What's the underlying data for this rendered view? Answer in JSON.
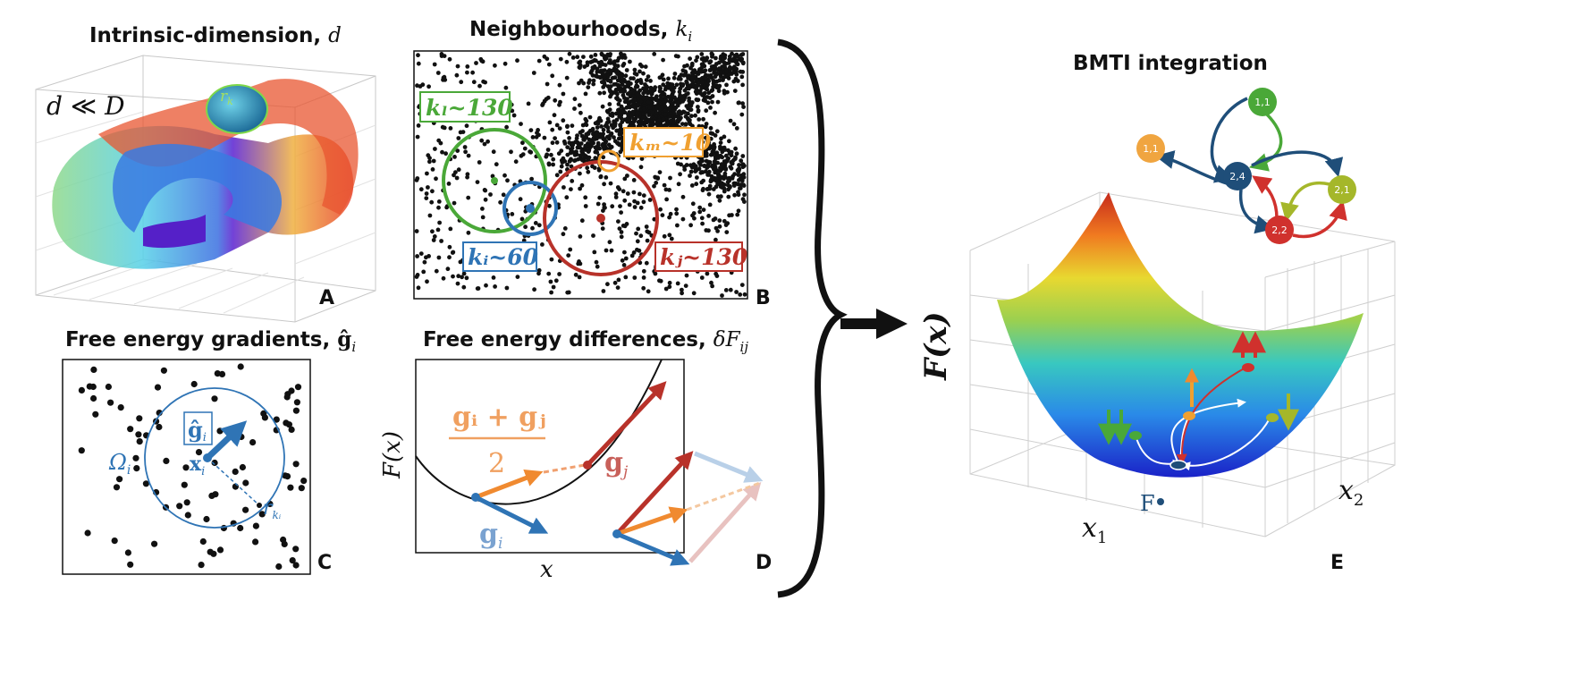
{
  "panel_a": {
    "title": "Intrinsic-dimension, ",
    "title_var": "d",
    "relation_left": "d",
    "relation_op": " ≪ ",
    "relation_right": "D",
    "ball_label": "r",
    "ball_sub": "k",
    "letter": "A"
  },
  "panel_b": {
    "title": "Neighbourhoods, ",
    "title_var": "k",
    "title_sub": "i",
    "k_l": "kₗ~130",
    "k_m": "kₘ~10",
    "k_i": "kᵢ~60",
    "k_j": "kⱼ~130",
    "letter": "B"
  },
  "panel_c": {
    "title": "Free energy gradients, ",
    "title_var": "ĝ",
    "title_sub": "i",
    "g_hat": "ĝ",
    "g_hat_sub": "i",
    "omega": "Ω",
    "omega_sub": "i",
    "x_label": "x",
    "x_sub": "i",
    "r_label": "r",
    "r_sub": "kᵢ",
    "letter": "C"
  },
  "panel_d": {
    "title": "Free energy differences, ",
    "title_var": "δF",
    "title_sub": "ij",
    "numerator": "gᵢ + gⱼ",
    "denominator": "2",
    "g_i": "g",
    "g_i_sub": "i",
    "g_j": "g",
    "g_j_sub": "j",
    "ylabel": "F(x)",
    "xlabel": "x",
    "letter": "D"
  },
  "panel_e": {
    "title": "BMTI integration",
    "ylabel": "F(x)",
    "x1": "x",
    "x1_sub": "1",
    "x2": "x",
    "x2_sub": "2",
    "point_label": "F",
    "nodes": [
      "1,1",
      "1,1",
      "2,4",
      "2,1",
      "2,2"
    ],
    "letter": "E"
  },
  "colors": {
    "green": "#4aa838",
    "orange": "#f0a030",
    "blue": "#2f74b5",
    "red": "#b8322a",
    "navy": "#1f4e79",
    "olive": "#a5b72a",
    "node_red": "#d0312d",
    "node_orange": "#f0a540"
  }
}
